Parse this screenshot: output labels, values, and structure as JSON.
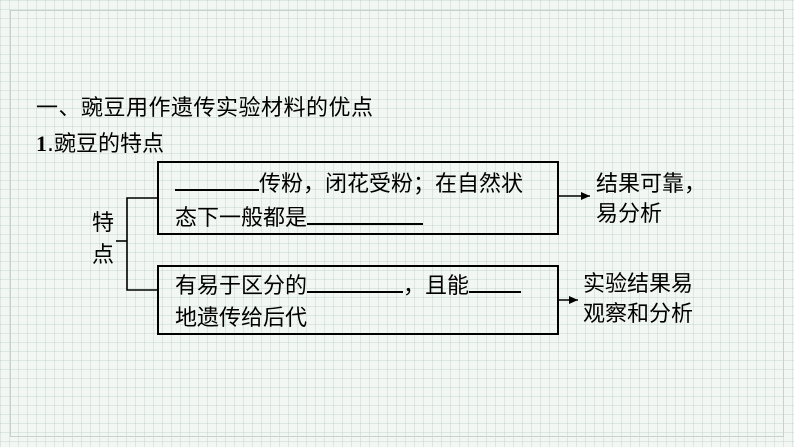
{
  "heading": "一、豌豆用作遗传实验材料的优点",
  "subheading": {
    "number": "1",
    "text": ".豌豆的特点"
  },
  "root": {
    "line1": "特",
    "line2": "点"
  },
  "box1": {
    "line1_text": "传粉，闭花受粉；在自然状",
    "line2_text": "态下一般都是"
  },
  "box2": {
    "line1_text_a": "有易于区分的",
    "line1_text_b": "，且能",
    "line2_text": "地遗传给后代"
  },
  "result1": {
    "line1": "结果可靠，",
    "line2": "易分析"
  },
  "result2": {
    "line1": "实验结果易",
    "line2": "观察和分析"
  }
}
